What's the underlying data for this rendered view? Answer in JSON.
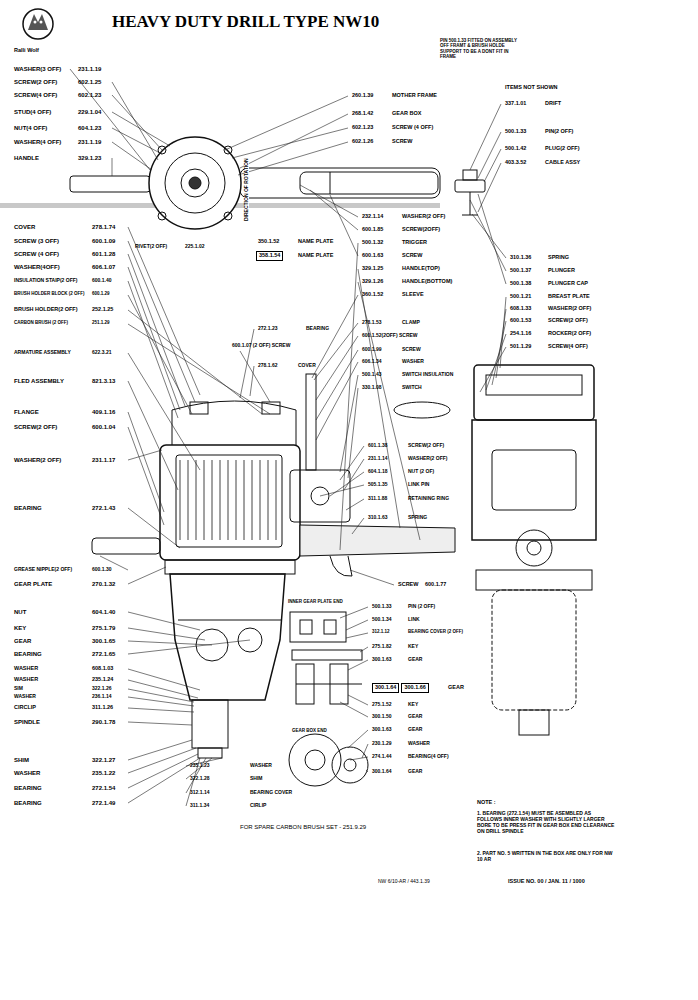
{
  "diagram": {
    "title": "HEAVY DUTY DRILL TYPE NW10",
    "nodes": [
      {
        "text": [
          "358.1.54"
        ]
      },
      {
        "text": [
          "300.1.64"
        ]
      },
      {
        "text": [
          "300.1.66"
        ]
      }
    ],
    "labels": [
      "Ralli Wolf",
      "WASHER(3 OFF)",
      "231.1.19",
      "SCREW(2 OFF)",
      "602.1.25",
      "SCREW(4 OFF)",
      "602.1.23",
      "STUD(4 OFF)",
      "229.1.04",
      "NUT(4 OFF)",
      "604.1.23",
      "WASHER(4 OFF)",
      "231.1.19",
      "HANDLE",
      "329.1.23",
      "PIN 500.1.33 FITTED ON ASSEMBLY OFF FRAMT & BRUSH HOLDE SUPPORT TO BE A DONT FIT IN FRAME",
      "ITEMS NOT SHOWN",
      "337.1.01",
      "DRIFT",
      "500.1.33",
      "PIN(2 OFF)",
      "500.1.42",
      "PLUG(2 OFF)",
      "403.3.52",
      "CABLE ASSY",
      "260.1.39",
      "MOTHER FRAME",
      "268.1.42",
      "GEAR BOX",
      "602.1.23",
      "SCREW (4 OFF)",
      "602.1.26",
      "SCREW",
      "DIRECTION OF ROTATION",
      "RIVET(2 OFF)",
      "225.1.02",
      "350.1.52",
      "NAME PLATE",
      "NAME PLATE",
      "232.1.14",
      "WASHER(2 OFF)",
      "600.1.85",
      "SCREW(2OFF)",
      "500.1.32",
      "TRIGGER",
      "600.1.63",
      "SCREW",
      "329.1.25",
      "HANDLE(TOP)",
      "329.1.26",
      "HANDLE(BOTTOM)",
      "360.1.52",
      "SLEEVE",
      "310.1.36",
      "SPRING",
      "500.1.37",
      "PLUNGER",
      "500.1.38",
      "PLUNGER CAP",
      "500.1.21",
      "BREAST PLATE",
      "608.1.33",
      "WASHER(2 OFF)",
      "600.1.53",
      "SCREW(2 OFF)",
      "254.1.16",
      "ROCKER(2 OFF)",
      "501.1.29",
      "SCREW(4 OFF)",
      "COVER",
      "278.1.74",
      "SCREW (3 OFF)",
      "600.1.09",
      "SCREW (4 OFF)",
      "601.1.28",
      "WASHER(4OFF)",
      "606.1.07",
      "INSULATION STAIP(2 OFF)",
      "600.1.40",
      "BRUSH HOLDER BLOCK (2 OFF)",
      "600.1.29",
      "BRUSH HOLDER(2 OFF)",
      "252.1.25",
      "CARBON BRUSH (2 OFF)",
      "251.1.29",
      "ARMATURE ASSEMBLY",
      "622.3.21",
      "FLED ASSEMBLY",
      "821.3.13",
      "FLANGE",
      "409.1.16",
      "SCREW(2 OFF)",
      "600.1.04",
      "WASHER(2 OFF)",
      "231.1.17",
      "BEARING",
      "272.1.43",
      "GREASE NIPPLE(2 OFF)",
      "600.1.30",
      "GEAR PLATE",
      "270.1.32",
      "NUT",
      "604.1.40",
      "KEY",
      "275.1.79",
      "GEAR",
      "300.1.65",
      "BEARING",
      "272.1.65",
      "WASHER",
      "608.1.03",
      "WASHER",
      "235.1.24",
      "SIM",
      "322.1.26",
      "WASHER",
      "236.1.14",
      "CIRCLIP",
      "311.1.26",
      "SPINDLE",
      "290.1.78",
      "SHIM",
      "322.1.27",
      "WASHER",
      "235.1.22",
      "BEARING",
      "272.1.54",
      "BEARING",
      "272.1.49",
      "600.1.07 (2 OFF) SCREW",
      "272.1.23",
      "BEARING",
      "278.1.62",
      "COVER",
      "278.1.53",
      "CLAMP",
      "600.1.52(2OFF) SCREW",
      "600.1.99",
      "SCREW",
      "606.1.34",
      "WASHER",
      "500.1.43",
      "SWITCH INSULATION",
      "330.1.08",
      "SWITCH",
      "601.1.38",
      "SCREW(2 OFF)",
      "231.1.14",
      "WASHER(2 OFF)",
      "604.1.18",
      "NUT (2 OF)",
      "505.1.35",
      "LINK PIN",
      "311.1.88",
      "RETAINING RING",
      "310.1.63",
      "SPRING",
      "SCREW",
      "600.1.77",
      "INNER GEAR PLATE END",
      "500.1.33",
      "PIN (2 OFF)",
      "500.1.34",
      "LINK",
      "312.1.12",
      "BEARING COVER (2 OFF)",
      "275.1.82",
      "KEY",
      "300.1.63",
      "GEAR",
      "GEAR",
      "275.1.52",
      "KEY",
      "300.1.50",
      "GEAR",
      "300.1.63",
      "GEAR",
      "230.1.29",
      "WASHER",
      "274.1.44",
      "BEARING(4 OFF)",
      "300.1.64",
      "GEAR",
      "GEAR BOX END",
      "235.1.23",
      "WASHER",
      "322.1.28",
      "SHIM",
      "312.1.14",
      "BEARING COVER",
      "311.1.34",
      "CIRLIP",
      "FOR SPARE CARBON BRUSH SET - 251.9.29",
      "NOTE :",
      "1. BEARING (272.1.54) MUST BE ASEMBLED AS FOLLOWS INNER WASHER WITH SLIGHTLY LARGER BORE TO BE PRESS FIT IN GEAR BOX END CLEARANCE ON DRILL SPINDLE",
      "2. PART NO. 5 WRITTEN IN THE BOX ARE ONLY FOR NW 10 AR",
      "NW 6/10-AR / 443.1.39",
      "ISSUE NO. 00 / JAN. 11 / 1000"
    ]
  }
}
